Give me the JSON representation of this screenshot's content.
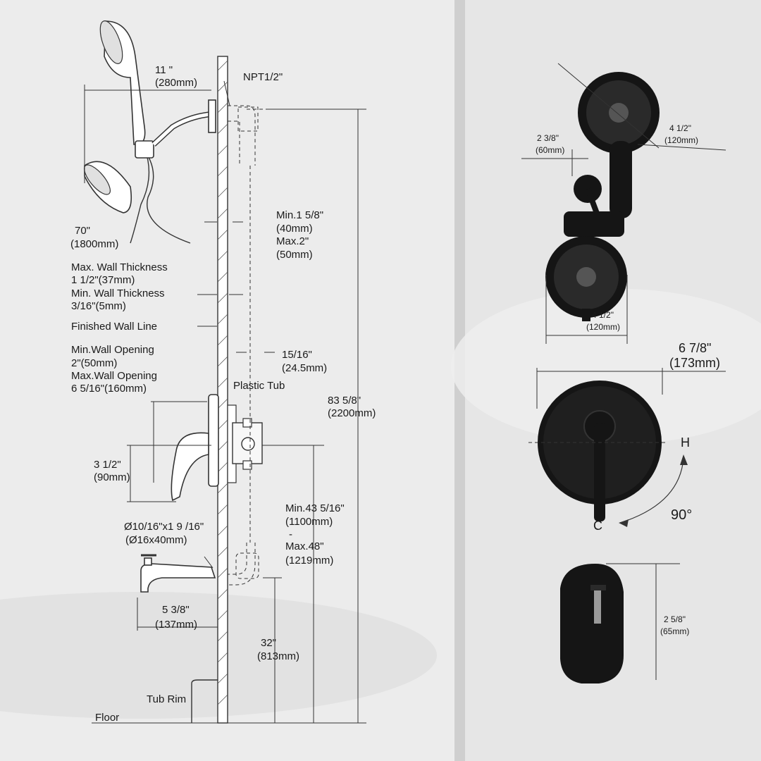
{
  "left_labels": {
    "dim_11": "11 \"",
    "dim_280": "(280mm)",
    "npt": "NPT1/2\"",
    "dim_70": "70\"",
    "dim_1800": "(1800mm)",
    "max_wall_1": "Max. Wall Thickness",
    "max_wall_2": "1 1/2\"(37mm)",
    "min_wall_1": "Min. Wall Thickness",
    "min_wall_2": "3/16\"(5mm)",
    "finished_wall": "Finished Wall Line",
    "min_open_1": "Min.Wall Opening",
    "min_open_2": "2\"(50mm)",
    "max_open_1": "Max.Wall Opening",
    "max_open_2": "6 5/16\"(160mm)",
    "min158_1": "Min.1 5/8\"",
    "min158_2": "(40mm)",
    "max2_1": "Max.2\"",
    "max2_2": "(50mm)",
    "d1516_1": "15/16\"",
    "d1516_2": "(24.5mm)",
    "plastic_tub": "Plastic Tub",
    "d8358_1": "83 5/8\"",
    "d8358_2": "(2200mm)",
    "d312_1": "3 1/2\"",
    "d312_2": "(90mm)",
    "min4351_1": "Min.43 5/16\"",
    "min4351_2": "(1100mm)",
    "dash": "-",
    "max48_1": "Max.48\"",
    "max48_2": "(1219mm)",
    "phi_1": "Ø10/16\"x1 9 /16\"",
    "phi_2": "(Ø16x40mm)",
    "d538_1": "5 3/8\"",
    "d538_2": "(137mm)",
    "d32_1": "32\"",
    "d32_2": "(813mm)",
    "tub_rim": "Tub Rim",
    "floor": "Floor"
  },
  "right_labels": {
    "d238_1": "2 3/8\"",
    "d238_2": "(60mm)",
    "d412a_1": "4 1/2\"",
    "d412a_2": "(120mm)",
    "d412b_1": "4 1/2\"",
    "d412b_2": "(120mm)",
    "d678_1": "6 7/8\"",
    "d678_2": "(173mm)",
    "h": "H",
    "c": "C",
    "deg": "90°",
    "d258_1": "2 5/8\"",
    "d258_2": "(65mm)"
  },
  "colors": {
    "background": "#e9e9e9",
    "line": "#333333",
    "product_black": "#151515"
  },
  "icons": [
    "handheld-shower-icon",
    "shower-head-icon",
    "valve-handle-icon",
    "tub-spout-icon",
    "diverter-knob-icon",
    "rotation-arrow-icon"
  ]
}
